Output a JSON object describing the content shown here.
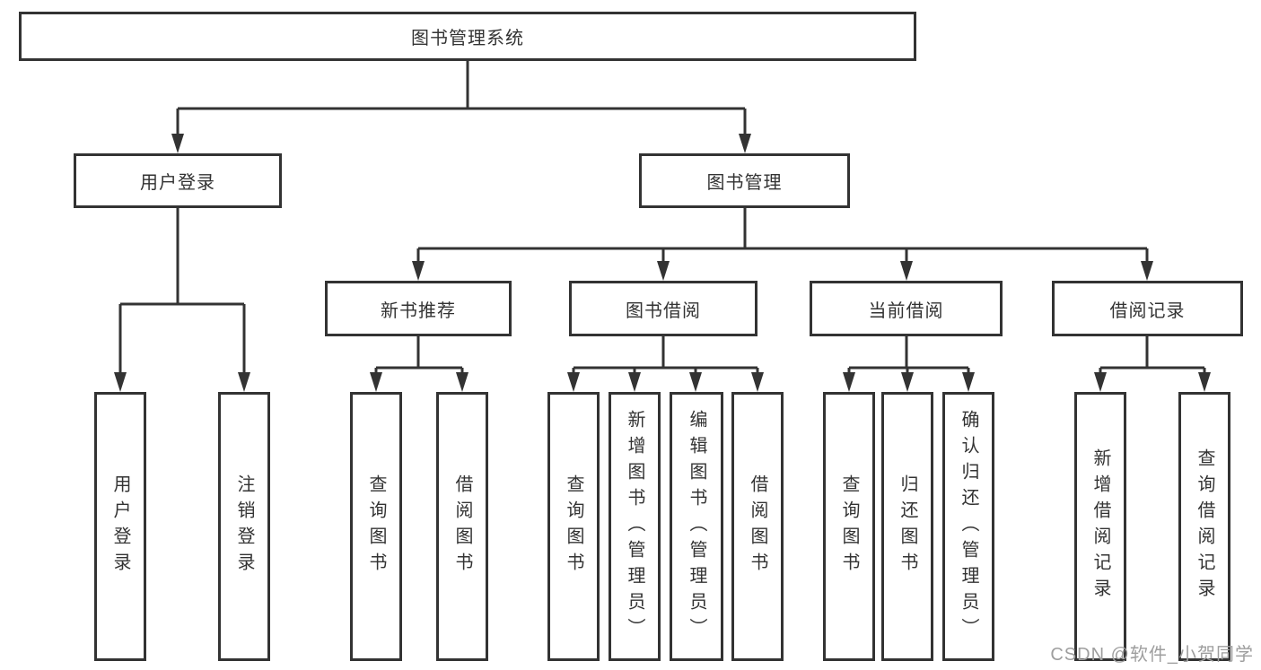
{
  "tree": {
    "root": {
      "label": "图书管理系统",
      "children": [
        {
          "label": "用户登录",
          "children": [
            {
              "label": "用户登录"
            },
            {
              "label": "注销登录"
            }
          ]
        },
        {
          "label": "图书管理",
          "children": [
            {
              "label": "新书推荐",
              "children": [
                {
                  "label": "查询图书"
                },
                {
                  "label": "借阅图书"
                }
              ]
            },
            {
              "label": "图书借阅",
              "children": [
                {
                  "label": "查询图书"
                },
                {
                  "label": "新增图书（管理员）"
                },
                {
                  "label": "编辑图书（管理员）"
                },
                {
                  "label": "借阅图书"
                }
              ]
            },
            {
              "label": "当前借阅",
              "children": [
                {
                  "label": "查询图书"
                },
                {
                  "label": "归还图书"
                },
                {
                  "label": "确认归还（管理员）"
                }
              ]
            },
            {
              "label": "借阅记录",
              "children": [
                {
                  "label": "新增借阅记录"
                },
                {
                  "label": "查询借阅记录"
                }
              ]
            }
          ]
        }
      ]
    }
  },
  "watermark": {
    "text": "CSDN @软件_小贺同学"
  },
  "colors": {
    "line": "#333333",
    "text": "#333333",
    "box_background": "#ffffff",
    "watermark": "#9e9e9e",
    "page_background": "#ffffff"
  }
}
